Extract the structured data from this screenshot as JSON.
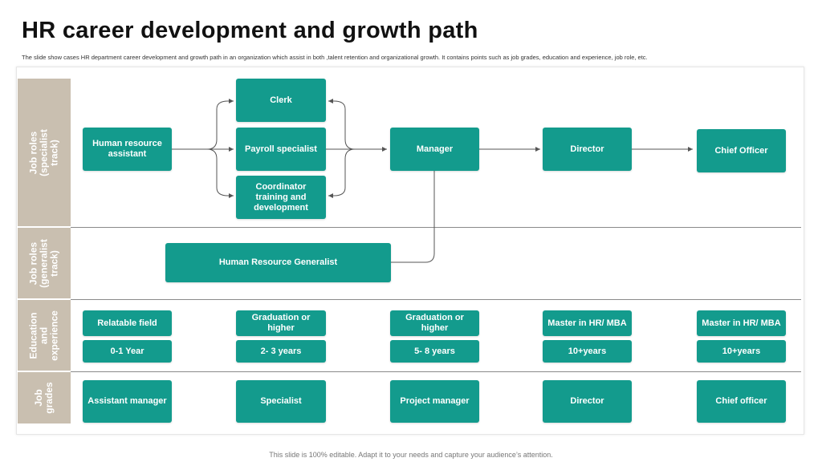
{
  "title": "HR career development and growth path",
  "subtitle": "The slide show cases HR department career development and growth path in an organization which assist in both ,talent retention and organizational growth. It contains points such as job grades, education and experience, job role, etc.",
  "row_labels": {
    "specialist": "Job roles (specialist track)",
    "generalist": "Job roles (generalist track)",
    "education": "Education and experience",
    "grades": "Job grades"
  },
  "specialist_track": {
    "hr_assistant": "Human resource assistant",
    "clerk": "Clerk",
    "payroll": "Payroll specialist",
    "coordinator": "Coordinator training and development",
    "manager": "Manager",
    "director": "Director",
    "chief": "Chief Officer"
  },
  "generalist_track": {
    "hr_generalist": "Human Resource Generalist"
  },
  "education": [
    {
      "degree": "Relatable field",
      "experience": "0-1 Year"
    },
    {
      "degree": "Graduation or higher",
      "experience": "2- 3 years"
    },
    {
      "degree": "Graduation or higher",
      "experience": "5- 8 years"
    },
    {
      "degree": "Master in HR/ MBA",
      "experience": "10+years"
    },
    {
      "degree": "Master in HR/ MBA",
      "experience": "10+years"
    }
  ],
  "grades": [
    "Assistant manager",
    "Specialist",
    "Project manager",
    "Director",
    "Chief officer"
  ],
  "footer": "This slide is 100% editable. Adapt it to your needs and capture your audience’s attention.",
  "colors": {
    "box": "#139b8d",
    "row_label": "#c9bfb0",
    "separator": "#8a8a8a",
    "connector": "#555555"
  }
}
